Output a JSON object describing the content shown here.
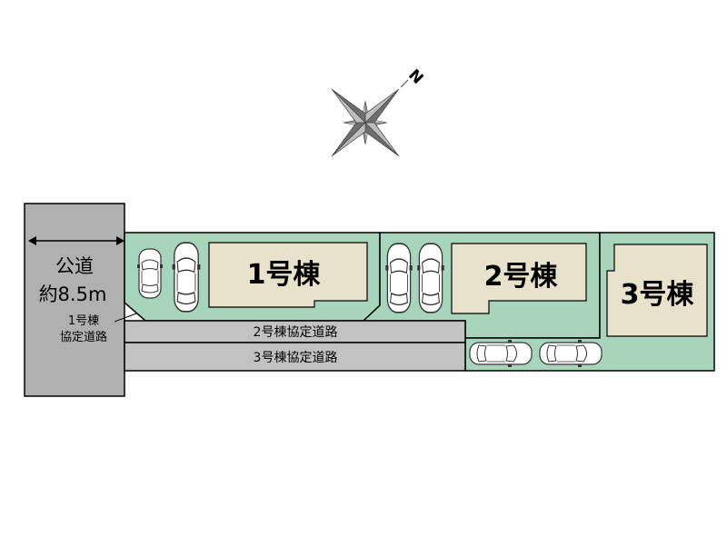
{
  "public_road": {
    "name": "公道",
    "width": "約8.5m"
  },
  "agreement_road_1": {
    "line1": "1号棟",
    "line2": "協定道路"
  },
  "agreement_road_2": {
    "label": "2号棟協定道路"
  },
  "agreement_road_3": {
    "label": "3号棟協定道路"
  },
  "buildings": [
    {
      "label": "1号棟"
    },
    {
      "label": "2号棟"
    },
    {
      "label": "3号棟"
    }
  ],
  "compass": {
    "north_label": "N",
    "icon": "compass-rose-icon"
  },
  "colors": {
    "lot_green": "#a8d4bc",
    "building_beige": "#e8e1cc",
    "road_gray": "#c2c2c2",
    "public_road_gray": "#b0b0b0",
    "outline": "#000000"
  },
  "cars": {
    "count_lot1": 2,
    "count_lot2": 2,
    "count_lot3": 2
  }
}
